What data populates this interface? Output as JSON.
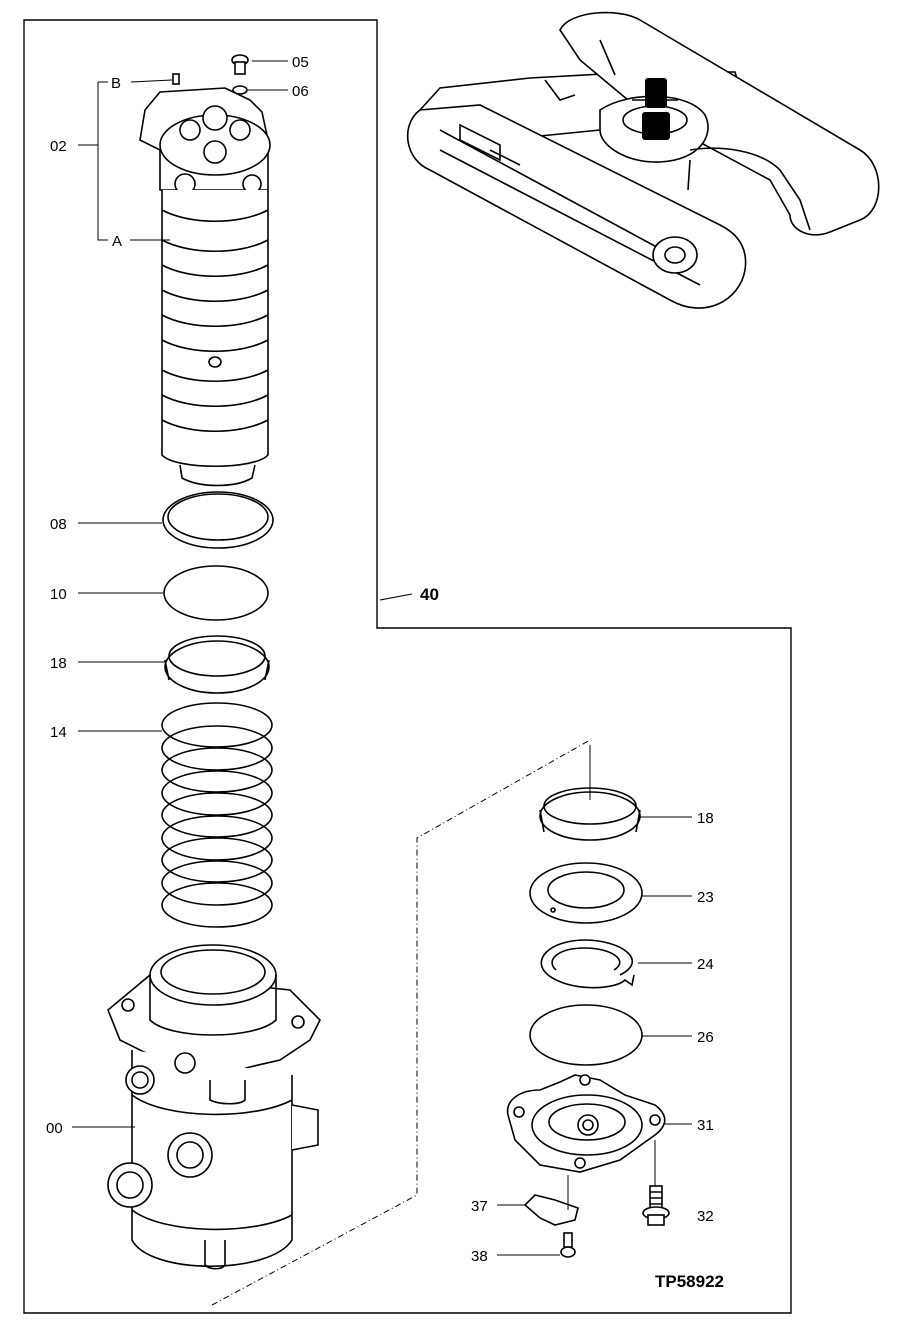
{
  "diagram": {
    "figure_code": "TP58922",
    "group_label": "40",
    "callouts": {
      "c05": "05",
      "c06": "06",
      "cB": "B",
      "c02": "02",
      "cA": "A",
      "c08": "08",
      "c10": "10",
      "c18a": "18",
      "c14": "14",
      "c00": "00",
      "c18b": "18",
      "c23": "23",
      "c24": "24",
      "c26": "26",
      "c31": "31",
      "c32": "32",
      "c37": "37",
      "c38": "38"
    }
  }
}
